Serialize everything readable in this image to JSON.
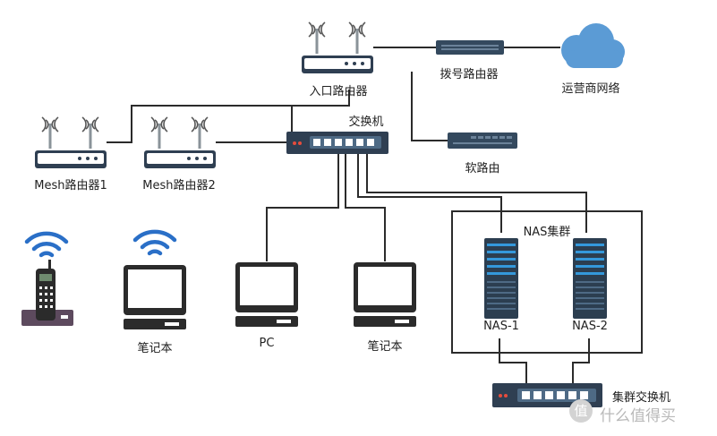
{
  "labels": {
    "entry_router": "入口路由器",
    "dialup_router": "拨号路由器",
    "isp_network": "运营商网络",
    "switch": "交换机",
    "soft_router": "软路由",
    "mesh_router_1": "Mesh路由器1",
    "mesh_router_2": "Mesh路由器2",
    "laptop_1": "笔记本",
    "pc": "PC",
    "laptop_2": "笔记本",
    "nas_cluster": "NAS集群",
    "nas_1": "NAS-1",
    "nas_2": "NAS-2",
    "cluster_switch": "集群交换机"
  },
  "watermark": {
    "text": "什么值得买",
    "icon_char": "值"
  },
  "colors": {
    "line": "#2b2b2b",
    "device_dark": "#34495e",
    "device_body": "#2f3f52",
    "port": "#ffffff",
    "cloud": "#5b9bd5",
    "wifi": "#2a6fc7",
    "antenna": "#7f8c8d",
    "server": "#2c3e50",
    "server_blue": "#3498db",
    "phone_base": "#5d4a5e"
  }
}
